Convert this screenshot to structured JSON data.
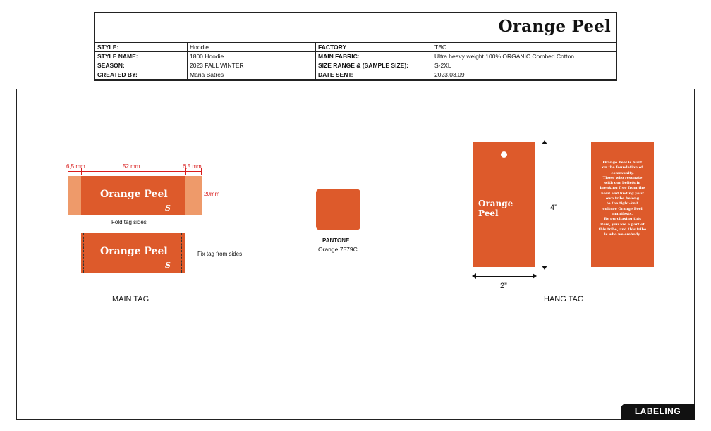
{
  "header": {
    "brand": "Orange Peel",
    "rows": [
      {
        "label1": "STYLE:",
        "value1": "Hoodie",
        "label2": "FACTORY",
        "value2": "TBC"
      },
      {
        "label1": "STYLE NAME:",
        "value1": "1800 Hoodie",
        "label2": "MAIN FABRIC:",
        "value2": "Ultra heavy weight 100% ORGANIC Combed Cotton"
      },
      {
        "label1": "SEASON:",
        "value1": "2023 FALL WINTER",
        "label2": "SIZE RANGE & (SAMPLE SIZE):",
        "value2": "S-2XL"
      },
      {
        "label1": "CREATED BY:",
        "value1": "Maria Batres",
        "label2": "DATE SENT:",
        "value2": "2023.03.09"
      }
    ]
  },
  "main_tag": {
    "title": "MAIN TAG",
    "brand": "Orange Peel",
    "size": "S",
    "dim_left": "6,5 mm",
    "dim_center": "52 mm",
    "dim_right": "6,5 mm",
    "dim_height": "20mm",
    "fold_caption": "Fold tag sides",
    "fix_caption": "Fix tag from sides",
    "colors": {
      "tag": "#dd5a2b",
      "fold": "#ee9a6a",
      "dimension": "#d91d1d"
    }
  },
  "pantone": {
    "label": "PANTONE",
    "name": "Orange 7579C",
    "color": "#dd5a2b"
  },
  "hang_tag": {
    "title": "HANG TAG",
    "brand": "Orange Peel",
    "height_label": "4”",
    "width_label": "2”",
    "back_lines": [
      "Orange Peel is built",
      "on the foundation of",
      "community.",
      "Those who resonate",
      "with our beliefs in",
      "breaking free from the",
      "herd and finding your",
      "own tribe belong",
      "to the tight-knit",
      "culture Orange Peel",
      "manifests.",
      "By purchasing this",
      "item, you are a part of",
      "this tribe, and this tribe",
      "is who we embody."
    ]
  },
  "footer": {
    "section": "LABELING"
  }
}
